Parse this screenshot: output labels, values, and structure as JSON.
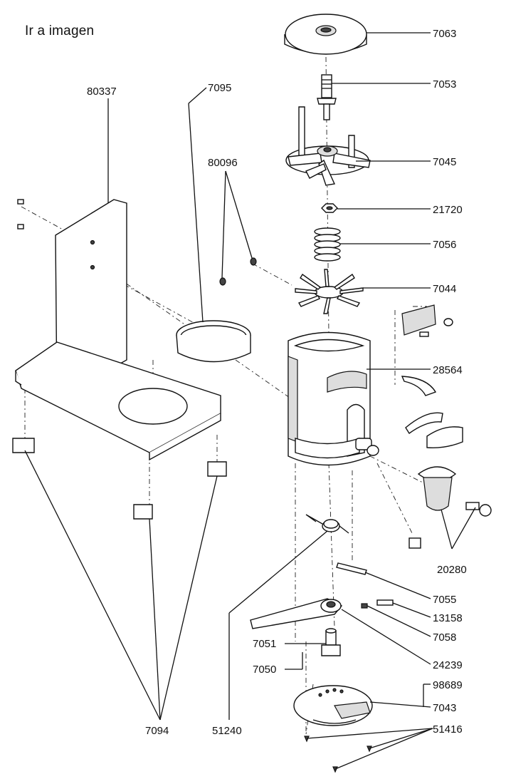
{
  "header": {
    "link_text": "Ir a imagen"
  },
  "labels": {
    "p7063": "7063",
    "p7053": "7053",
    "p7045": "7045",
    "p21720": "21720",
    "p7056": "7056",
    "p7044": "7044",
    "p28564": "28564",
    "p80337": "80337",
    "p7095": "7095",
    "p80096": "80096",
    "p20280": "20280",
    "p7055": "7055",
    "p13158": "13158",
    "p7058": "7058",
    "p24239": "24239",
    "p7051": "7051",
    "p7050": "7050",
    "p98689": "98689",
    "p7043": "7043",
    "p51416": "51416",
    "p7094": "7094",
    "p51240": "51240"
  },
  "colors": {
    "line": "#111111",
    "background": "#ffffff",
    "shade": "#dddddd"
  }
}
